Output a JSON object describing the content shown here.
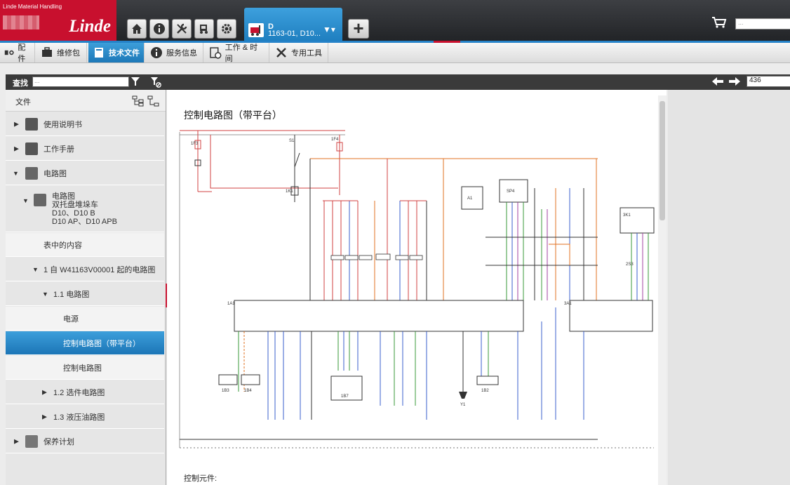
{
  "header": {
    "logo_small": "Linde Material Handling",
    "logo_brand": "Linde",
    "vehicle_tab_title": "D",
    "vehicle_tab_sub": "1163-01, D10...",
    "add_tab_label": "+",
    "top_search_placeholder": "..."
  },
  "menu": {
    "items": [
      {
        "label": "配件",
        "icon": "parts-icon"
      },
      {
        "label": "维修包",
        "icon": "service-kit-icon"
      },
      {
        "label": "技术文件",
        "icon": "book-icon"
      },
      {
        "label": "服务信息",
        "icon": "info-icon"
      },
      {
        "label": "工作 & 时间",
        "icon": "work-time-icon"
      },
      {
        "label": "专用工具",
        "icon": "tools-icon"
      }
    ]
  },
  "search": {
    "label": "查找",
    "placeholder": "...",
    "page": "436"
  },
  "sidebar": {
    "header": "文件",
    "items": [
      {
        "label": "使用说明书"
      },
      {
        "label": "工作手册"
      },
      {
        "label": "电路图"
      },
      {
        "label": "电路图",
        "line2": "双托盘堆垛车",
        "line3": "D10、D10 B",
        "line4": "D10 AP、D10 APB"
      },
      {
        "label": "表中的内容"
      },
      {
        "label": "1 自 W41163V00001 起的电路图"
      },
      {
        "label": "1.1 电路图"
      },
      {
        "label": "电源"
      },
      {
        "label": "控制电路图（带平台）"
      },
      {
        "label": "控制电路图"
      },
      {
        "label": "1.2 选件电路图"
      },
      {
        "label": "1.3 液压油路图"
      },
      {
        "label": "保养计划"
      }
    ]
  },
  "document": {
    "title": "控制电路图（带平台）",
    "footer_label": "控制元件:"
  },
  "schematic_labels": {
    "f3": "1F3",
    "f4": "1F4",
    "s1": "S1",
    "k1": "1K1",
    "m1": "A1",
    "sp4": "SP4",
    "a1": "1A1",
    "a2": "3A1",
    "b3": "1B3",
    "b4": "1B4",
    "b7": "1B7",
    "y1": "Y1",
    "b2": "1B2",
    "k3": "3K1",
    "s3": "2S3"
  },
  "colors": {
    "accent": "#2582c8",
    "brand": "#c8102e"
  }
}
